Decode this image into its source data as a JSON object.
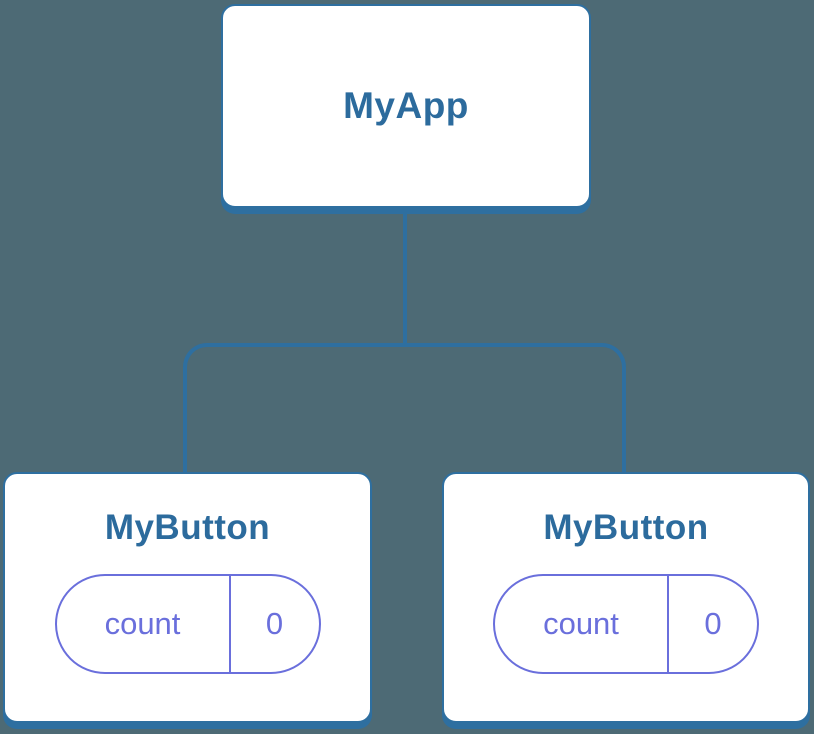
{
  "theme": {
    "bg": "#4D6A75",
    "line": "#2E6FA0",
    "node_bg": "#FFFFFF",
    "node_text": "#2C6B9D",
    "state": "#6A6FDC"
  },
  "tree": {
    "root": {
      "label": "MyApp"
    },
    "children": [
      {
        "label": "MyButton",
        "state": {
          "key": "count",
          "value": "0"
        }
      },
      {
        "label": "MyButton",
        "state": {
          "key": "count",
          "value": "0"
        }
      }
    ]
  }
}
